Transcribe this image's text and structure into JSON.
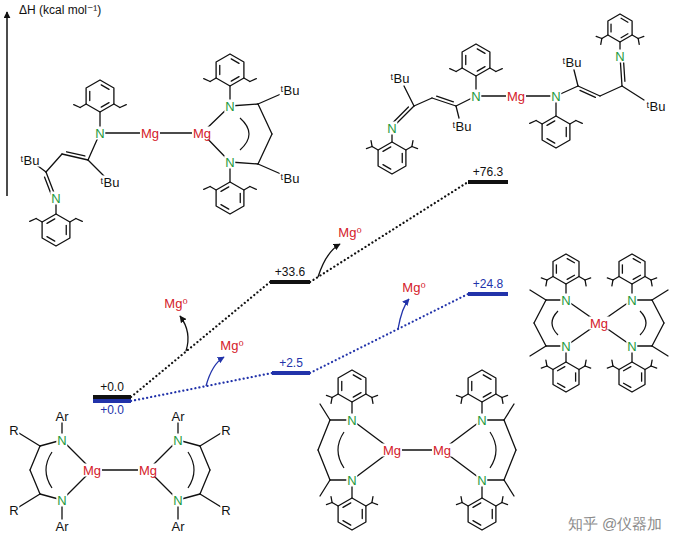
{
  "diagram": {
    "nodes": [
      {
        "text": [
          "+0.0"
        ]
      },
      {
        "text": [
          "+33.6"
        ]
      },
      {
        "text": [
          "+76.3"
        ]
      },
      {
        "text": [
          "+0.0"
        ]
      },
      {
        "text": [
          "+2.5"
        ]
      },
      {
        "text": [
          "+24.8"
        ]
      }
    ],
    "edges": [
      {
        "from": 0,
        "to": 1,
        "arrow": "none"
      },
      {
        "from": 1,
        "to": 2,
        "arrow": "none"
      },
      {
        "from": 3,
        "to": 4,
        "arrow": "none"
      },
      {
        "from": 4,
        "to": 5,
        "arrow": "none"
      }
    ],
    "labels": [
      "ΔH (kcal mol⁻¹)",
      "Mg⁰",
      "Mg⁰",
      "Mg⁰",
      "Mg⁰",
      "R",
      "R",
      "N",
      "N",
      "Ar",
      "Ar",
      "Mg",
      "Mg",
      "N",
      "N",
      "Ar",
      "Ar",
      "R",
      "R",
      "N",
      "N",
      "Mg",
      "Mg",
      "N",
      "N",
      "N",
      "N",
      "Mg",
      "N",
      "N",
      "ᵗBu",
      "N",
      "ᵗBu",
      "N",
      "Mg",
      "Mg",
      "N",
      "N",
      "ᵗBu",
      "ᵗBu",
      "N",
      "ᵗBu",
      "ᵗBu",
      "N",
      "Mg",
      "N",
      "ᵗBu",
      "ᵗBu",
      "N",
      "知乎 @仪器加"
    ]
  }
}
